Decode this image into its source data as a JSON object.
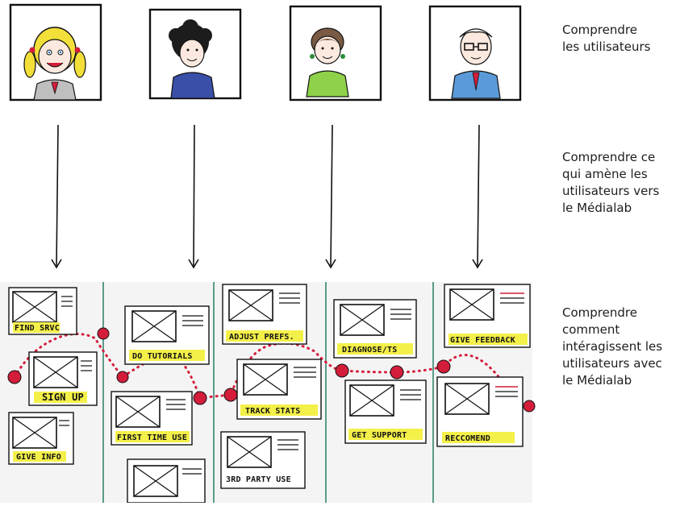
{
  "colors": {
    "accent_red": "#d41d3a",
    "label_yellow": "#f4f04a",
    "lane_green": "#5a9b8a",
    "ink": "#111111"
  },
  "captions": [
    "Comprendre\nles utilisateurs",
    "Comprendre ce\nqui amène les\nutilisateurs vers\nle Médialab",
    "Comprendre\ncomment\nintéragissent les\nutilisateurs avec\nle Médialab"
  ],
  "personas": [
    {
      "icon": "girl-blonde-pigtails-portrait"
    },
    {
      "icon": "curly-hair-person-portrait"
    },
    {
      "icon": "girl-short-hair-portrait"
    },
    {
      "icon": "man-glasses-tie-portrait"
    }
  ],
  "storyboard_labels": {
    "find": "FIND SRVC",
    "signup": "SIGN UP",
    "giveinfo": "GIVE INFO",
    "tutorials": "DO TUTORIALS",
    "firsttime": "FIRST TIME USE",
    "thirdparty": "3RD PARTY USE",
    "adjust": "ADJUST PREFS.",
    "track": "TRACK STATS",
    "diagnose": "DIAGNOSE/TS",
    "support": "GET SUPPORT",
    "feedback": "GIVE FEEDBACK",
    "recommend": "RECCOMEND"
  }
}
